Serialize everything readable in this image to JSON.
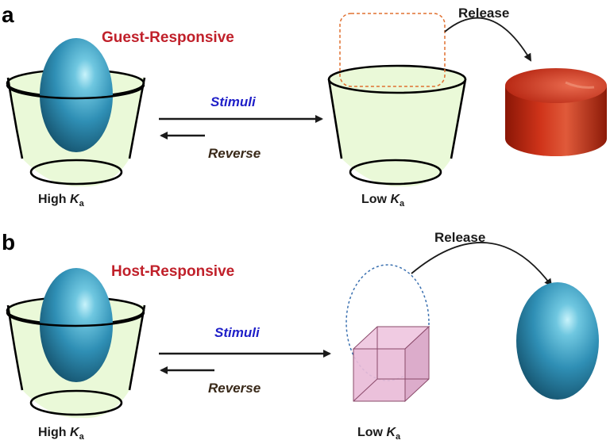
{
  "colors": {
    "heading": "#c0202a",
    "stimuli": "#1f1fc8",
    "text": "#3a2a1a",
    "cup_fill": "#eaf9d8",
    "guest": "#2f8fb5",
    "guest_light": "#9fe0ef",
    "cylinder": "#c62a10",
    "cube": "#e9bcd8",
    "cube_edge": "#8a4a6a",
    "dashed_orange": "#e07030",
    "dashed_blue": "#3a70b0"
  },
  "panel_a": {
    "letter": "a",
    "heading": "Guest-Responsive",
    "stimuli": "Stimuli",
    "reverse": "Reverse",
    "release": "Release",
    "left_label": {
      "prefix": "High ",
      "k": "K",
      "sub": "a"
    },
    "right_label": {
      "prefix": "Low ",
      "k": "K",
      "sub": "a"
    }
  },
  "panel_b": {
    "letter": "b",
    "heading": "Host-Responsive",
    "stimuli": "Stimuli",
    "reverse": "Reverse",
    "release": "Release",
    "left_label": {
      "prefix": "High ",
      "k": "K",
      "sub": "a"
    },
    "right_label": {
      "prefix": "Low ",
      "k": "K",
      "sub": "a"
    }
  }
}
